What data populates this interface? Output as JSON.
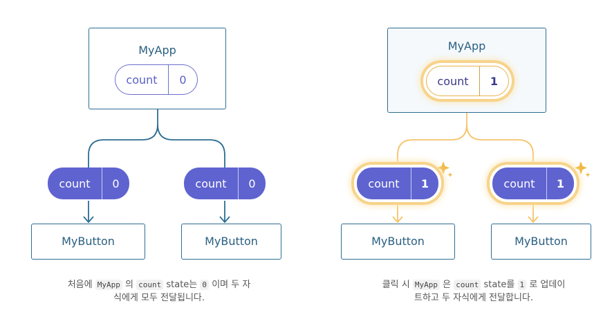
{
  "left": {
    "parent": {
      "title": "MyApp",
      "state_key": "count",
      "state_value": "0"
    },
    "children": [
      {
        "prop_key": "count",
        "prop_value": "0",
        "title": "MyButton"
      },
      {
        "prop_key": "count",
        "prop_value": "0",
        "title": "MyButton"
      }
    ],
    "caption": {
      "part1": "처음에",
      "code1": "MyApp",
      "part2": "의",
      "code2": "count",
      "part3": "state는",
      "code3": "0",
      "part4": "이며 두 자",
      "line2": "식에게 모두 전달됩니다."
    }
  },
  "right": {
    "parent": {
      "title": "MyApp",
      "state_key": "count",
      "state_value": "1"
    },
    "children": [
      {
        "prop_key": "count",
        "prop_value": "1",
        "title": "MyButton"
      },
      {
        "prop_key": "count",
        "prop_value": "1",
        "title": "MyButton"
      }
    ],
    "caption": {
      "part1": "클릭 시",
      "code1": "MyApp",
      "part2": "은",
      "code2": "count",
      "part3": "state를",
      "code3": "1",
      "part4": "로 업데이",
      "line2": "트하고 두 자식에게 전달합니다."
    }
  },
  "colors": {
    "tree_line_initial": "#2e6d93",
    "tree_line_updated": "#f5c36a",
    "pill_fill": "#5f63cf",
    "highlight_glow": "#f7d38a"
  }
}
